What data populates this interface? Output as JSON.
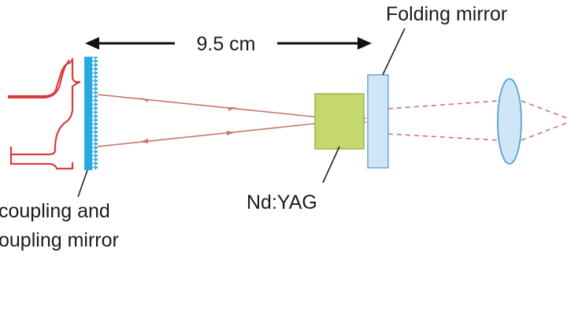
{
  "diagram": {
    "dimension_label": "9.5 cm",
    "folding_mirror_label": "Folding mirror",
    "crystal_label": "Nd:YAG",
    "coupler_label_line1": "coupling and",
    "coupler_label_line2": "oupling mirror"
  },
  "colors": {
    "coupler_mirror": "#29a9e1",
    "folding_mirror_fill": "#cfe6f7",
    "folding_mirror_stroke": "#6aa7d6",
    "crystal_fill": "#c5d86d",
    "crystal_stroke": "#9fb545",
    "lens_fill": "#cde6f8",
    "lens_stroke": "#5a9fd6",
    "beam": "#c9766e",
    "spectrum_trace": "#d63c3c",
    "leader_line": "#222222"
  },
  "icons": {
    "dimension_arrow_left": "arrowhead-left-icon",
    "dimension_arrow_right": "arrowhead-right-icon"
  }
}
